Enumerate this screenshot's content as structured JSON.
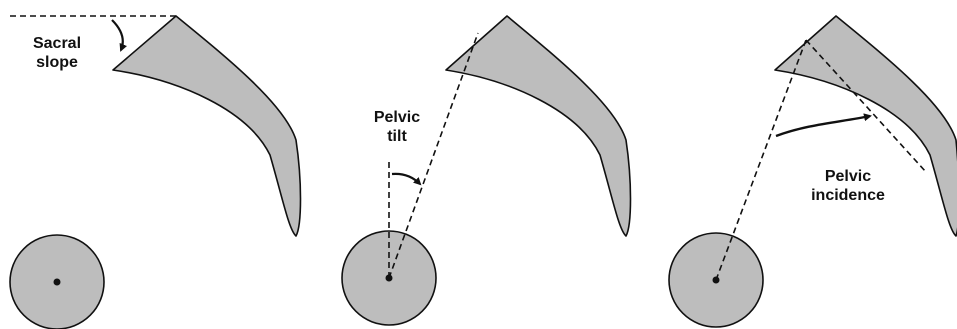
{
  "panels": [
    {
      "label_lines": [
        "Sacral",
        "slope"
      ],
      "angle": "Sacral slope"
    },
    {
      "label_lines": [
        "Pelvic",
        "tilt"
      ],
      "angle": "Pelvic tilt"
    },
    {
      "label_lines": [
        "Pelvic",
        "incidence"
      ],
      "angle": "Pelvic incidence"
    }
  ],
  "colors": {
    "bone_fill": "#bdbdbd",
    "outline": "#111111",
    "background": "#ffffff"
  }
}
